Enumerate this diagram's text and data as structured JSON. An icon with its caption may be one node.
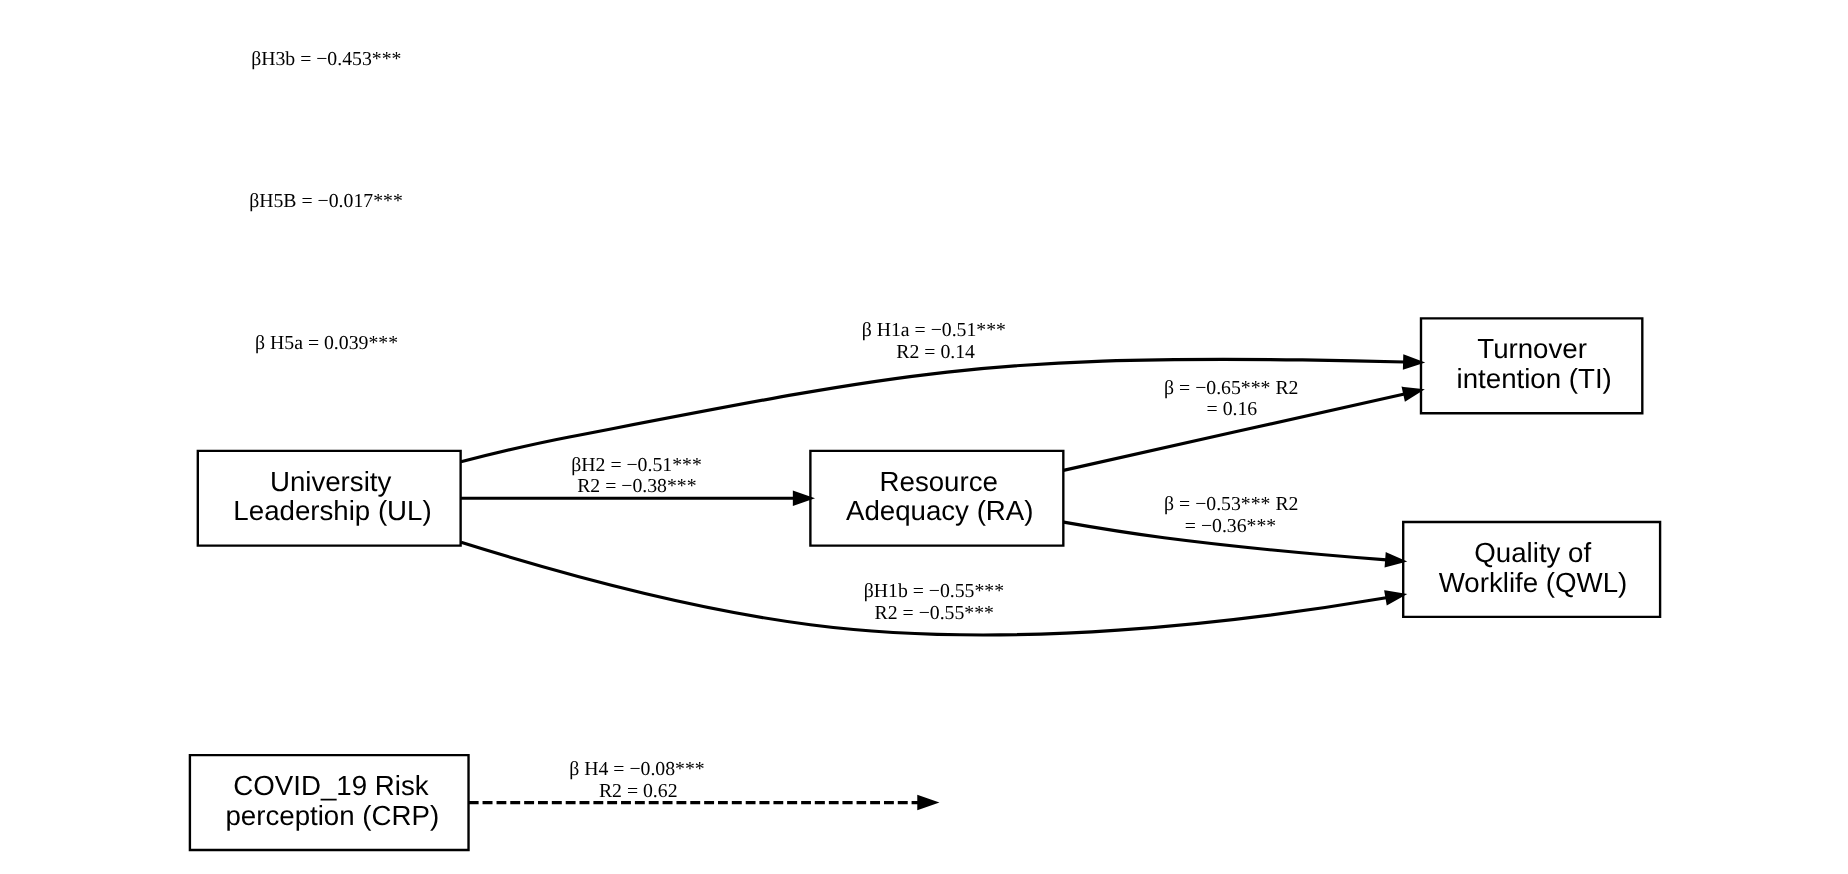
{
  "diagram": {
    "nodes": [
      {
        "text": [
          "COVID_19 Risk perception (CRP)"
        ]
      },
      {
        "text": [
          "University Leadership (UL)"
        ]
      },
      {
        "text": [
          "Resource Adequacy (RA)"
        ]
      },
      {
        "text": [
          "Turnover intention (TI)"
        ]
      },
      {
        "text": [
          "Quality of Worklife (QWL)"
        ]
      }
    ],
    "edges": [
      {
        "from": 1,
        "to": 3,
        "arrow": "to",
        "label": "β H1a = −0.51*** R2 = 0.14"
      },
      {
        "from": 1,
        "to": 2,
        "arrow": "to",
        "label": "βH2 = −0.51*** R2 = −0.38***"
      },
      {
        "from": 1,
        "to": 4,
        "arrow": "to",
        "label": "βH1b = −0.55*** R2 = −0.55***"
      },
      {
        "from": 2,
        "to": 3,
        "arrow": "to",
        "label": "β = −0.65*** R2 = 0.16"
      },
      {
        "from": 2,
        "to": 4,
        "arrow": "to",
        "label": "β = −0.53*** R2 = −0.36***"
      },
      {
        "from": 0,
        "to": null,
        "arrow": "to",
        "style": "dashed",
        "label": "β H4 = −0.08*** R2 = 0.62"
      }
    ],
    "labels": [
      "β H5a = 0.039***",
      "βH5B = −0.017***",
      "βH3b = −0.453***"
    ]
  }
}
